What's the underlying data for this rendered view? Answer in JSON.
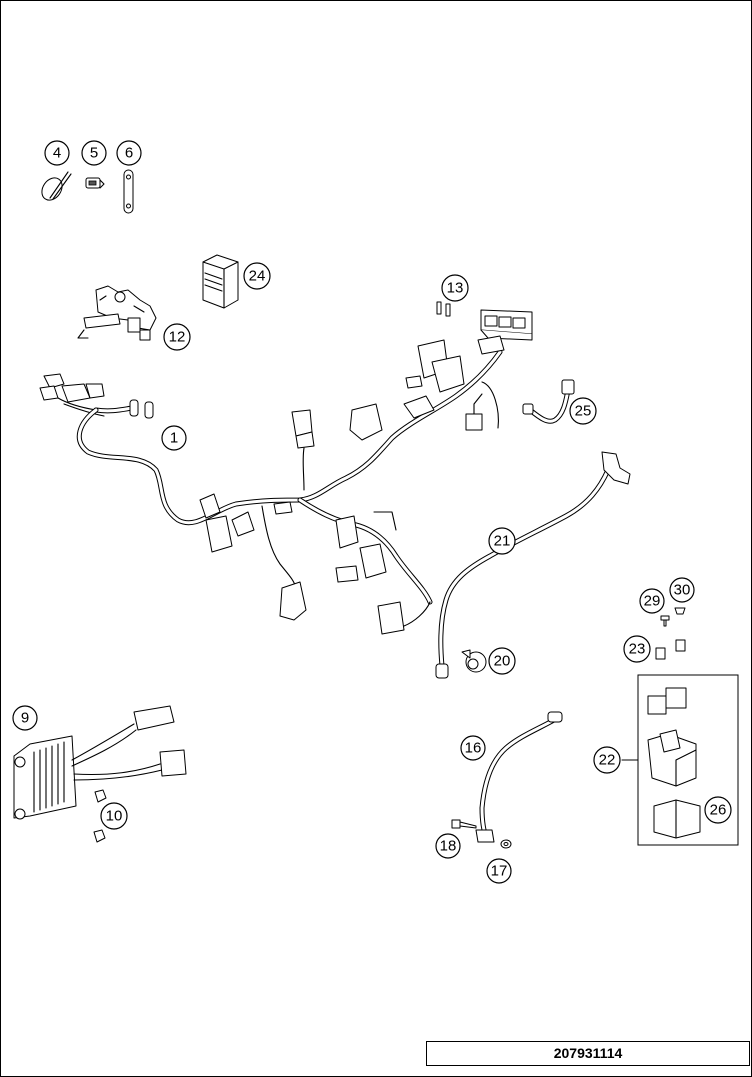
{
  "callouts": {
    "c1": "1",
    "c4": "4",
    "c5": "5",
    "c6": "6",
    "c9": "9",
    "c10": "10",
    "c12": "12",
    "c13": "13",
    "c16": "16",
    "c17": "17",
    "c18": "18",
    "c20": "20",
    "c21": "21",
    "c22": "22",
    "c23": "23",
    "c24": "24",
    "c25": "25",
    "c26": "26",
    "c29": "29",
    "c30": "30"
  },
  "drawing_number": "207931114"
}
